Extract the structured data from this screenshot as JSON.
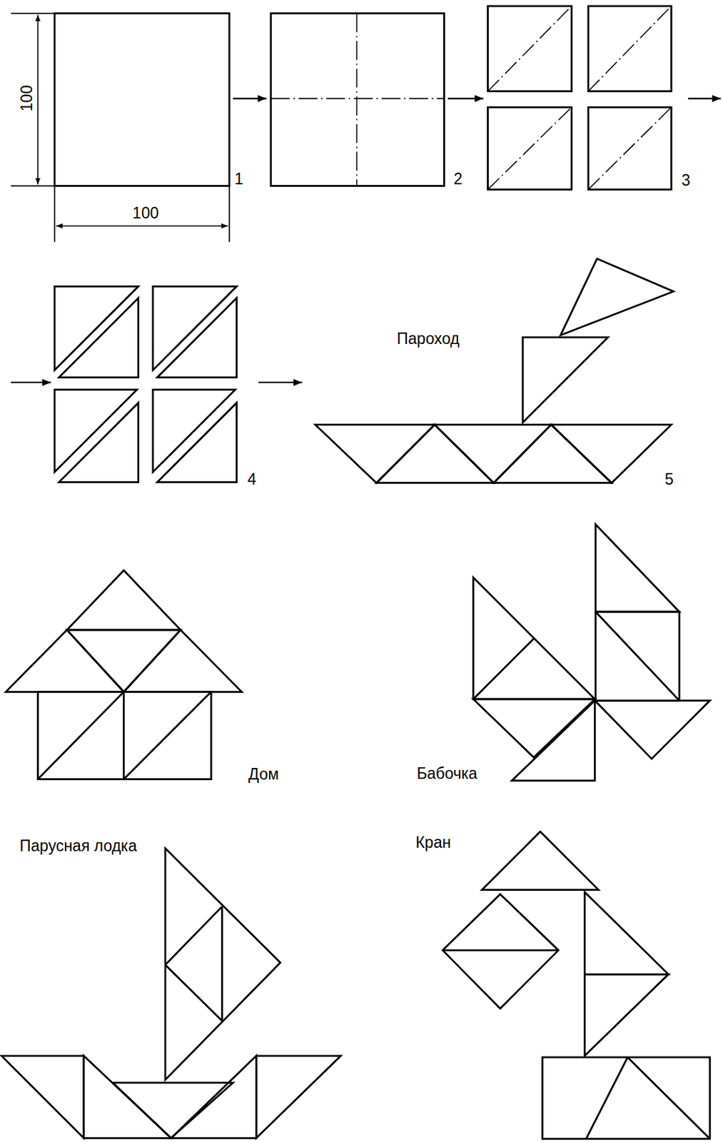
{
  "diagram": {
    "labels": [
      "100",
      "100",
      "1",
      "2",
      "3",
      "Пароход",
      "4",
      "5",
      "Дом",
      "Бабочка",
      "Парусная лодка",
      "Кран"
    ]
  }
}
